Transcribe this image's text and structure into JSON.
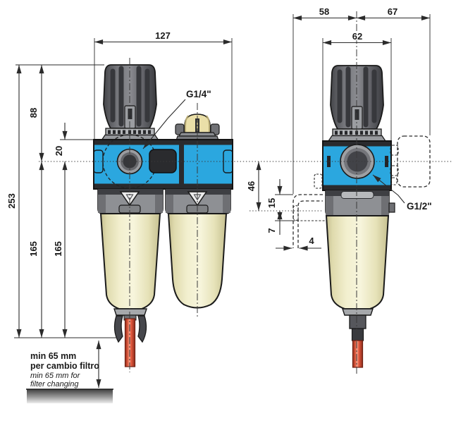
{
  "colors": {
    "body_blue": "#2BA7DF",
    "outline": "#1A1A1A",
    "dim_line": "#2B2B2B",
    "knob_gray": "#6B6C71",
    "knob_groove": "#37383C",
    "skirt_gray": "#B2B4B7",
    "collar_gray": "#8E9094",
    "bowl_cream": "#F2EFCE",
    "bowl_edge": "#C6C090",
    "dome_cream": "#EADFA8",
    "drain_red": "#E2573C",
    "drain_red_light": "#F5A088",
    "ground_dark": "#3F3F3F"
  },
  "left_view": {
    "dim_width": "127",
    "dim_knob_top_to_port": "88",
    "dim_body_top_to_port": "20",
    "dim_total_height": "253",
    "dim_port_to_bottom_filter": "165",
    "dim_port_to_bottom_lubricator": "165",
    "port_label": "G1/4\""
  },
  "right_view": {
    "dim_back_to_axis": "58",
    "dim_axis_to_front": "67",
    "dim_body_width": "62",
    "dim_port_to_bracket_hole": "46",
    "dim_bracket_hole_to_top": "15",
    "dim_bracket_hole_to_bottom": "7",
    "dim_bracket_slot_width": "4",
    "port_label": "G1/2\""
  },
  "clearance_note": {
    "line1": "min 65 mm",
    "line2": "per cambio filtro",
    "line3": "min 65 mm for",
    "line4": "filter changing"
  }
}
